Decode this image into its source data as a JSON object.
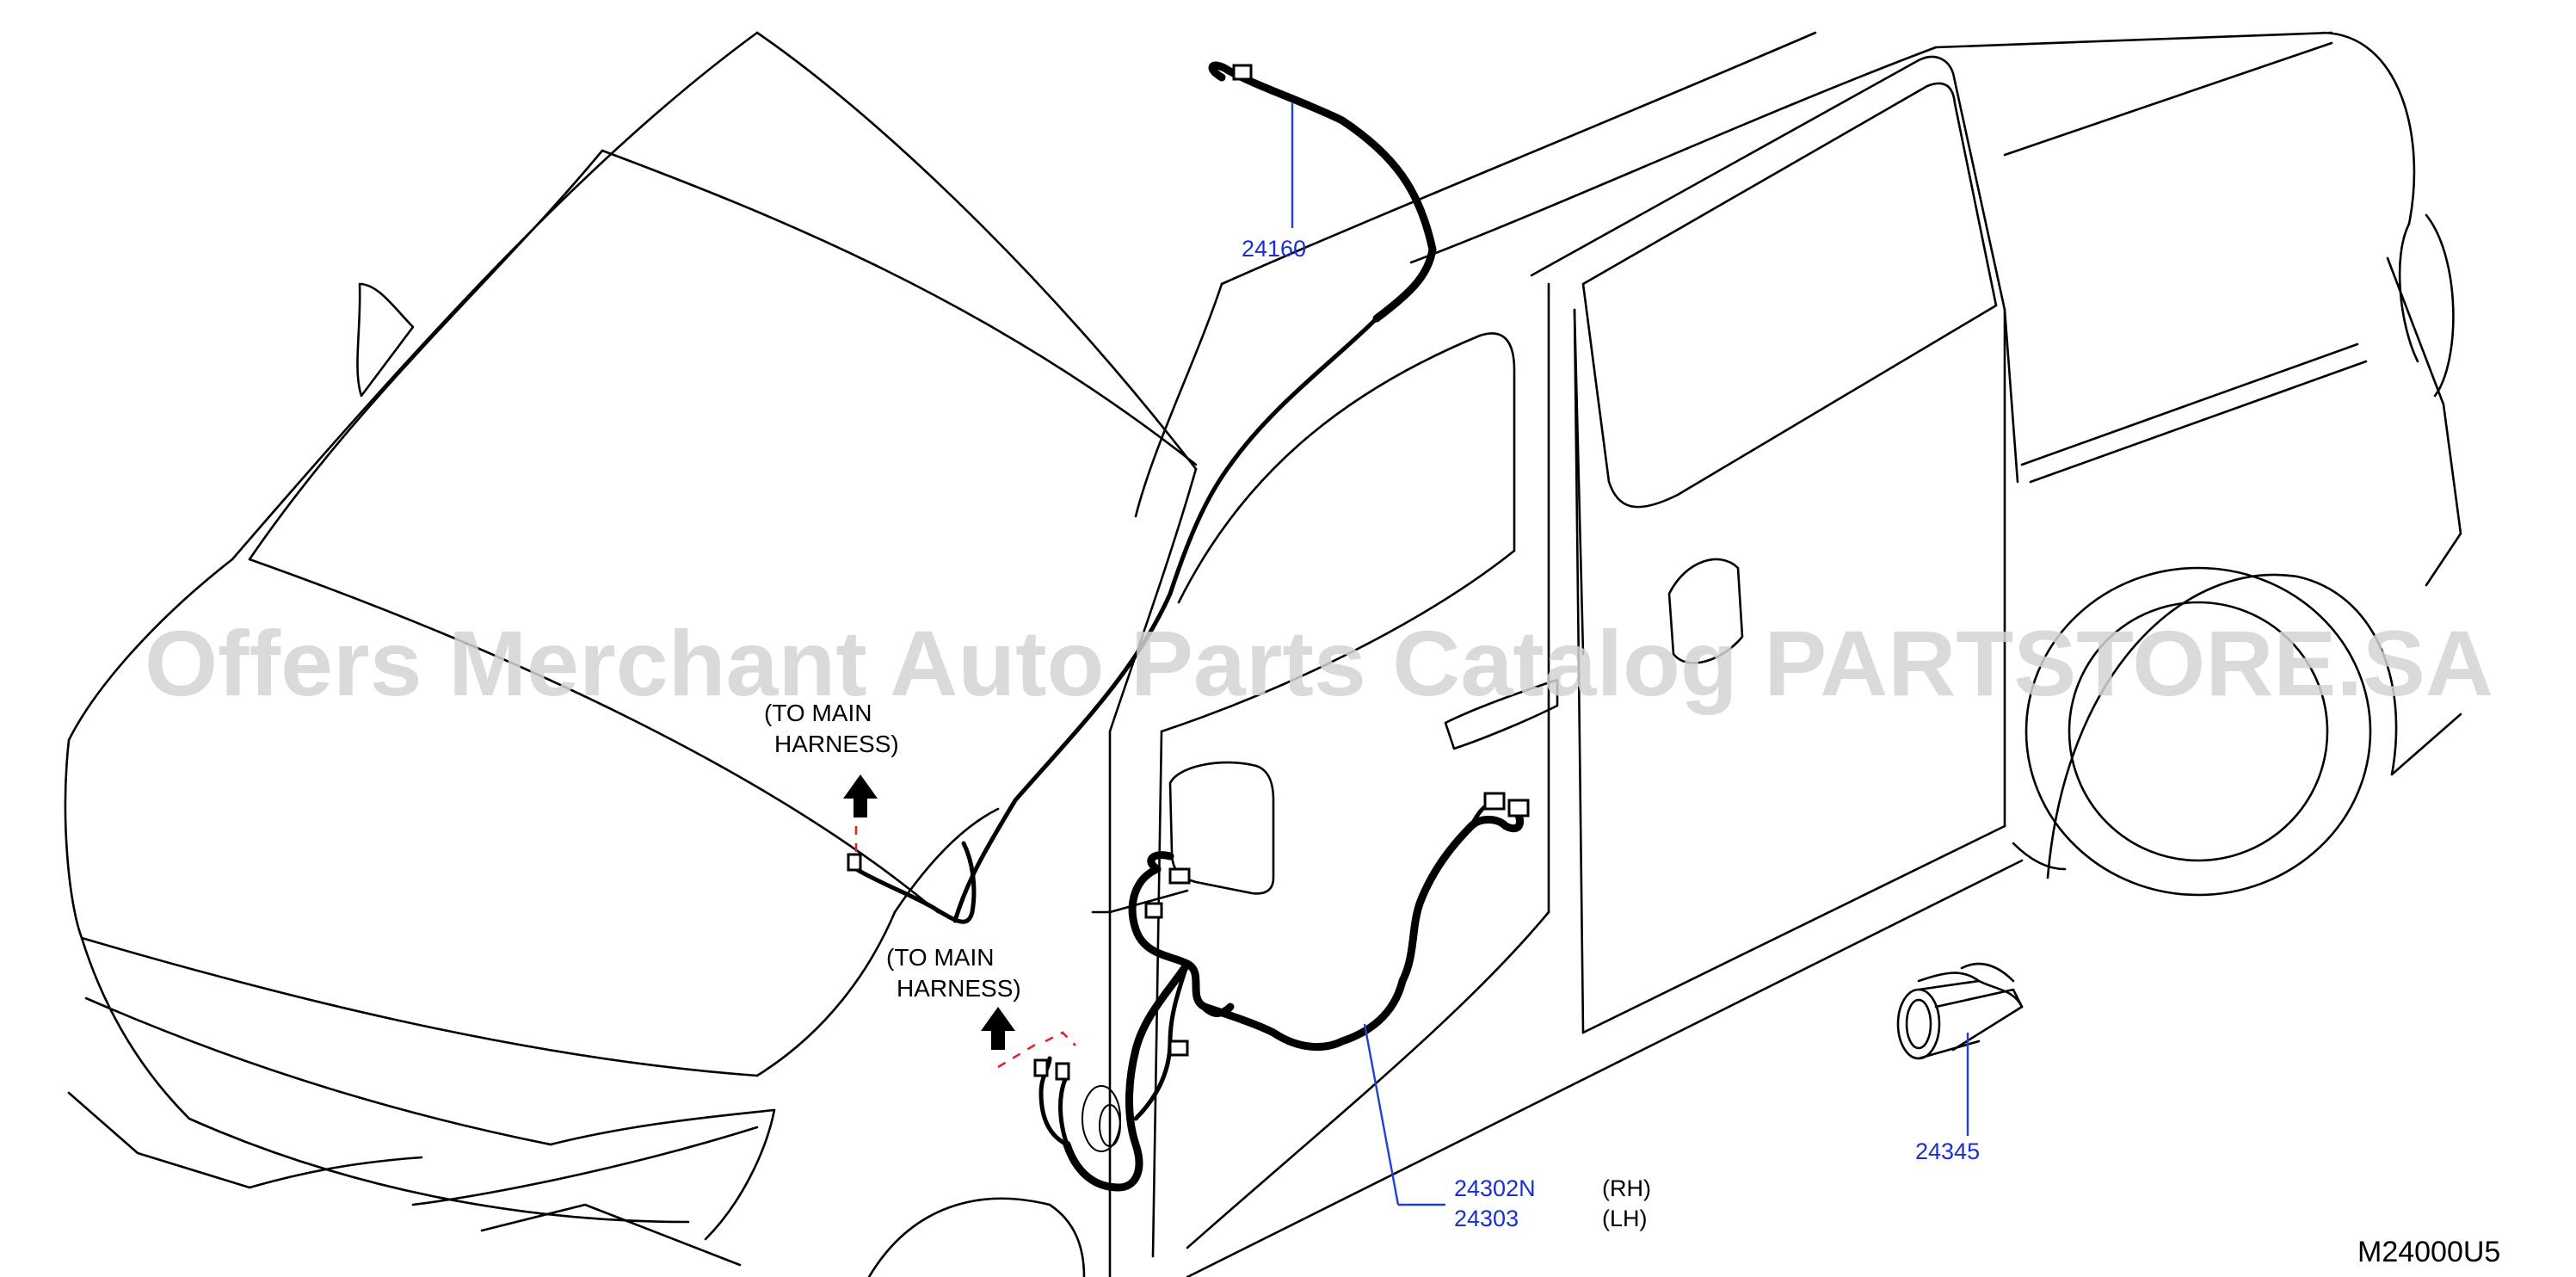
{
  "watermark": "Offers Merchant Auto Parts Catalog PARTSTORE.SA",
  "diagram_code": "M24000U5",
  "callouts": {
    "p24160": "24160",
    "p24302N": "24302N",
    "p24303": "24303",
    "p24345": "24345"
  },
  "side_labels": {
    "rh": "(RH)",
    "lh": "(LH)"
  },
  "notes": {
    "upper": {
      "line1": "(TO   MAIN",
      "line2": "HARNESS)"
    },
    "lower": {
      "line1": "(TO   MAIN",
      "line2": "HARNESS)"
    }
  },
  "colors": {
    "callout": "#1a2fd0",
    "leader": "#1f3fd6",
    "dashed_link": "#e0242b",
    "line": "#000000",
    "watermark": "#d4d4d4"
  }
}
